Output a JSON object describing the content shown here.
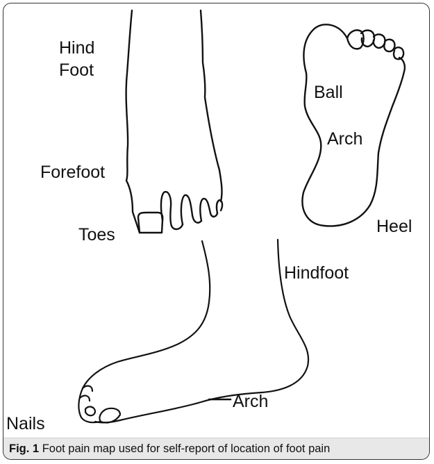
{
  "labels": {
    "hind_foot_line1": "Hind",
    "hind_foot_line2": "Foot",
    "forefoot": "Forefoot",
    "toes": "Toes",
    "ball": "Ball",
    "sole_arch": "Arch",
    "heel": "Heel",
    "hindfoot": "Hindfoot",
    "side_arch": "Arch",
    "nails": "Nails"
  },
  "caption": {
    "label": "Fig. 1",
    "text": "Foot pain map used for self-report of location of foot pain"
  },
  "colors": {
    "line": "#111111",
    "frame": "#333333",
    "caption_bg": "#e8e8e8"
  }
}
